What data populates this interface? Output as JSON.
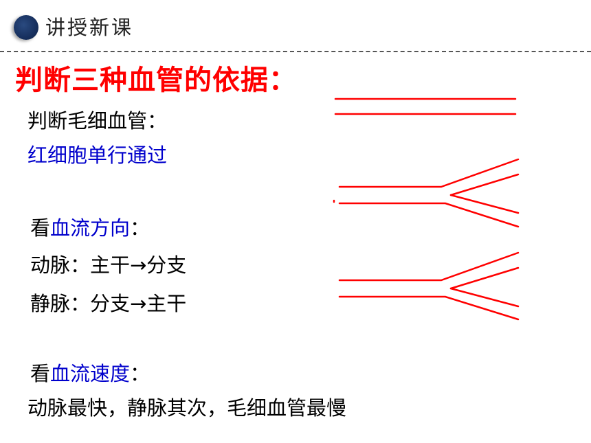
{
  "header": {
    "title": "讲授新课"
  },
  "main_title": "判断三种血管的依据：",
  "capillary": {
    "heading": "判断毛细血管：",
    "detail": "红细胞单行通过"
  },
  "direction": {
    "prefix": "看",
    "keyword": "血流方向",
    "suffix": "：",
    "artery": "动脉：主干→分支",
    "vein": "静脉：分支→主干"
  },
  "speed": {
    "prefix": "看",
    "keyword": "血流速度",
    "suffix": "：",
    "summary": "动脉最快，静脉其次，毛细血管最慢"
  },
  "colors": {
    "title": "#ff0000",
    "keyword": "#0000cc",
    "vessel": "#ff0000",
    "bullet": "#17305e"
  }
}
